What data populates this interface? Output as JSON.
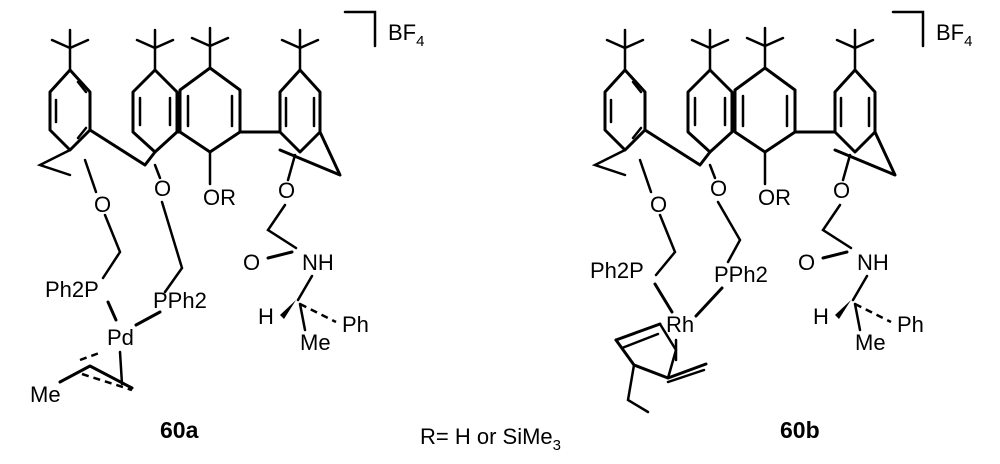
{
  "compounds": [
    {
      "id": "60a",
      "counterion": "BF4",
      "labels": {
        "o1": "O",
        "o2": "O",
        "o_r": "OR",
        "o4": "O",
        "p_left": "Ph2P",
        "p_right": "PPh2",
        "metal": "Pd",
        "allyl_me": "Me",
        "amide_o": "O",
        "nh": "NH",
        "h": "H",
        "me": "Me",
        "ph": "Ph"
      }
    },
    {
      "id": "60b",
      "counterion": "BF4",
      "labels": {
        "o1": "O",
        "o2": "O",
        "o_r": "OR",
        "o4": "O",
        "p_left": "Ph2P",
        "p_right": "PPh2",
        "metal": "Rh",
        "amide_o": "O",
        "nh": "NH",
        "h": "H",
        "me": "Me",
        "ph": "Ph"
      }
    }
  ],
  "footnote": "R= H or SiMe3"
}
